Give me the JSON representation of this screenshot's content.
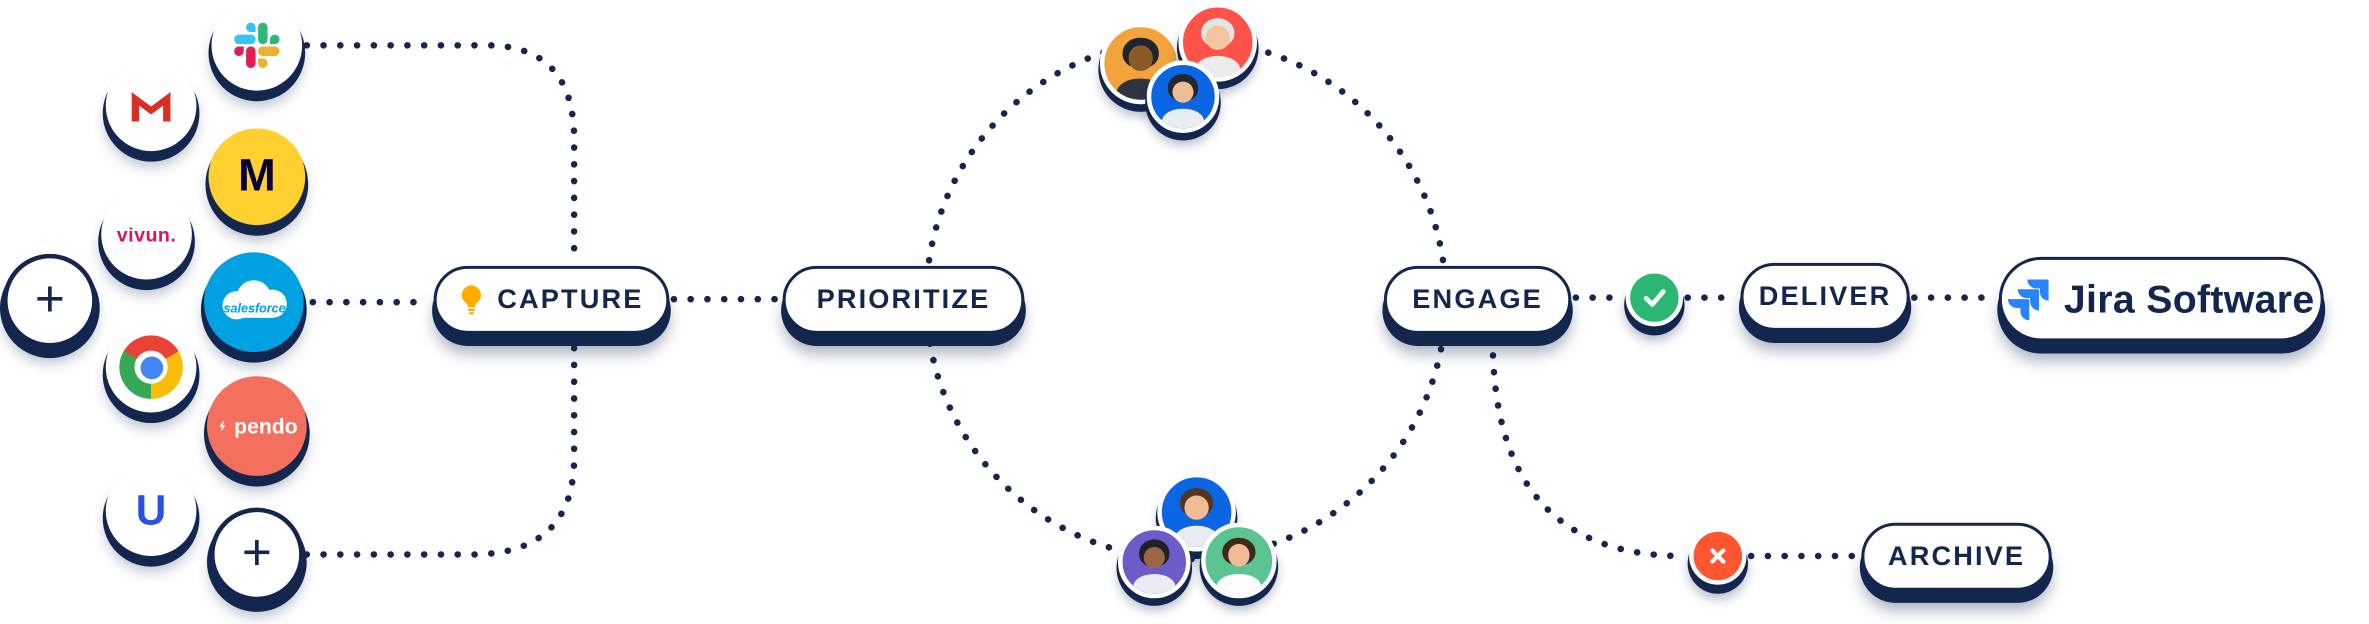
{
  "diagram": {
    "stages": {
      "capture": {
        "label": "CAPTURE",
        "icon": "lightbulb-icon"
      },
      "prioritize": {
        "label": "PRIORITIZE"
      },
      "engage": {
        "label": "ENGAGE"
      },
      "deliver": {
        "label": "DELIVER",
        "status_icon": "check-icon"
      },
      "archive": {
        "label": "ARCHIVE",
        "status_icon": "cross-icon"
      }
    },
    "destination": {
      "label": "Jira Software",
      "icon": "jira-logo-icon"
    },
    "sources": {
      "slack": {
        "name": "Slack",
        "icon": "slack-icon"
      },
      "gmail": {
        "name": "Gmail",
        "icon": "gmail-icon"
      },
      "miro": {
        "name": "Miro",
        "label": "M"
      },
      "vivun": {
        "label": "vivun."
      },
      "salesforce": {
        "label": "salesforce",
        "icon": "salesforce-cloud-icon"
      },
      "chrome": {
        "name": "Chrome",
        "icon": "chrome-icon"
      },
      "pendo": {
        "label": "pendo",
        "icon": "pendo-bolt-icon"
      },
      "u_app": {
        "label": "U"
      },
      "add_source_left": {
        "label": "+"
      },
      "add_source_bottom": {
        "label": "+"
      }
    },
    "avatars": {
      "top": [
        "orange-person",
        "red-person",
        "blue-person"
      ],
      "bottom": [
        "blue-person",
        "purple-person",
        "green-person"
      ]
    },
    "colors": {
      "navy": "#12264E",
      "bulb_orange": "#FFAB00",
      "check_green": "#2BB673",
      "cross_red": "#FF5630",
      "jira_blue": "#2684FF",
      "miro_yellow": "#FFD02F",
      "salesforce_blue": "#00A1E0",
      "pendo_coral": "#F4705E",
      "vivun_pink": "#E0115F",
      "gmail_red": "#D93025",
      "u_blue": "#2952E3",
      "chrome_red": "#EA4335",
      "chrome_yellow": "#FBBC05",
      "chrome_green": "#34A853",
      "chrome_blue": "#4285F4"
    }
  }
}
